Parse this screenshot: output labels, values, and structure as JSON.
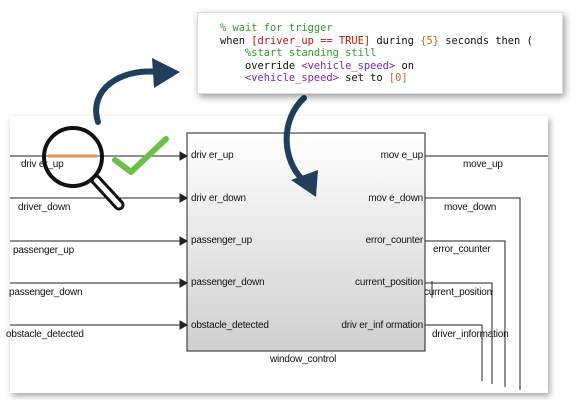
{
  "code": {
    "line1": "% wait for trigger",
    "line2": {
      "kw_when": "when ",
      "cond": "[driver_up == TRUE]",
      "kw_during": " during ",
      "dur": "{5}",
      "kw_rest": " seconds then ("
    },
    "line3": "%start standing still",
    "line4": {
      "kw": "override ",
      "sig": "<vehicle_speed>",
      "rest": " on"
    },
    "line5": {
      "sig": "<vehicle_speed>",
      "kw": " set to ",
      "val": "[0]"
    }
  },
  "block": {
    "name": "window_control",
    "inputs": [
      "driv er_up",
      "driv er_down",
      "passenger_up",
      "passenger_down",
      "obstacle_detected"
    ],
    "outputs": [
      "mov e_up",
      "mov e_down",
      "error_counter",
      "current_position",
      "driv er_inf ormation"
    ]
  },
  "left_signals": [
    "driv er_up",
    "driver_down",
    "passenger_up",
    "passenger_down",
    "obstacle_detected"
  ],
  "right_signals": [
    "move_up",
    "move_down",
    "error_counter",
    "current_position",
    "driver_information"
  ],
  "icons": {
    "magnifier": "magnifier-icon",
    "check": "checkmark-icon",
    "arrow_up": "curved-arrow-up-icon",
    "arrow_down": "curved-arrow-down-icon"
  },
  "colors": {
    "arrow": "#1f3f5c",
    "check": "#6cc04a",
    "highlight": "#e06a18",
    "code_keyword_green": "#2e9b2e",
    "code_red": "#b5160f",
    "code_orange": "#c8631e",
    "code_purple": "#7a28b0"
  }
}
